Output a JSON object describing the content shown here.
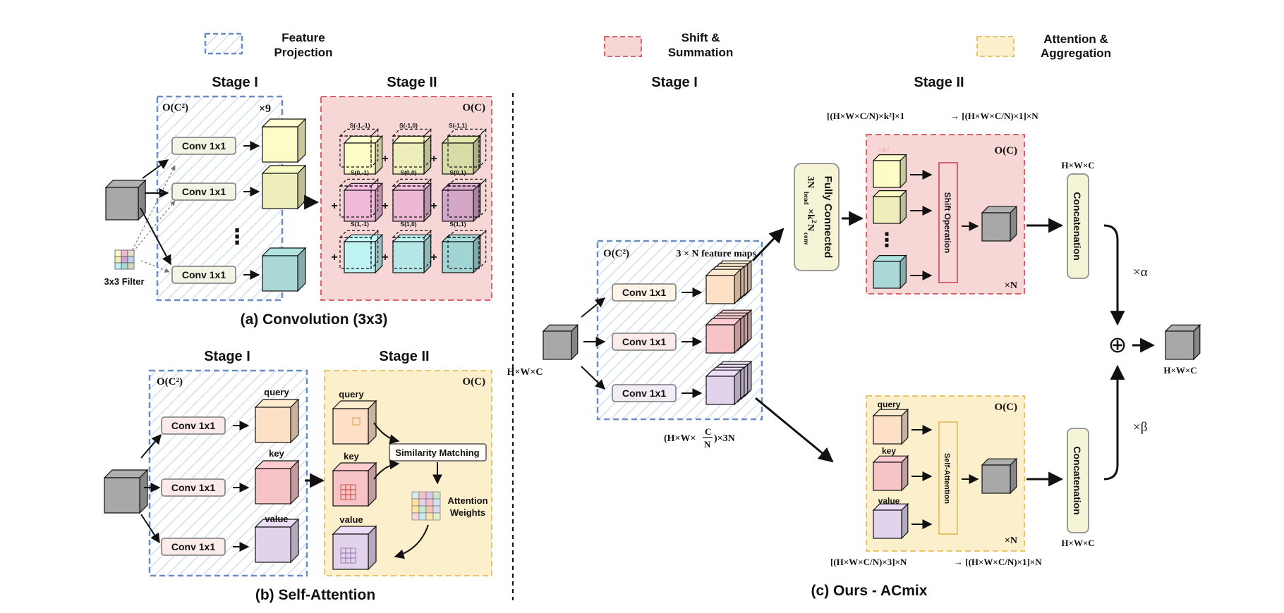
{
  "legend": {
    "feature_projection": [
      "Feature",
      "Projection"
    ],
    "shift_summation": [
      "Shift &",
      "Summation"
    ],
    "attention_aggregation": [
      "Attention &",
      "Aggregation"
    ]
  },
  "panel_a": {
    "stage1": "Stage I",
    "stage2": "Stage II",
    "complexity1": "O(C²)",
    "complexity2": "O(C)",
    "times9": "×9",
    "conv": "Conv 1x1",
    "filter_label": "3x3 Filter",
    "dots": "⋮",
    "shifts": [
      "S(-1,-1)",
      "S(-1,0)",
      "S(-1,1)",
      "S(0,-1)",
      "S(0,0)",
      "S(0,1)",
      "S(1,-1)",
      "S(1,0)",
      "S(1,1)"
    ],
    "caption": "(a) Convolution (3x3)"
  },
  "panel_b": {
    "stage1": "Stage I",
    "stage2": "Stage II",
    "complexity1": "O(C²)",
    "complexity2": "O(C)",
    "conv": "Conv 1x1",
    "query": "query",
    "key": "key",
    "value": "value",
    "similarity": "Similarity Matching",
    "attention_weights": [
      "Attention",
      "Weights"
    ],
    "caption": "(b) Self-Attention"
  },
  "panel_c": {
    "stage1": "Stage I",
    "stage2": "Stage II",
    "complexity1": "O(C²)",
    "feature_maps": "3 × N  feature maps",
    "conv": "Conv 1x1",
    "input_dim": "H×W×C",
    "proj_dim": "(H×W×C/N)×3N",
    "fc_title": "Fully Connected",
    "fc_dim": "3N_head × k²N_conv",
    "top_formula": "[(H×W×C/N)×k²]×1 → [(H×W×C/N)×1]×N",
    "shift_complexity": "O(C)",
    "k2": "×k²",
    "shift_op": "Shift Operation",
    "times_n": "×N",
    "concat": "Concatenation",
    "concat_dim": "H×W×C",
    "alpha": "×α",
    "beta": "×β",
    "oplus": "⊕",
    "output_dim": "H×W×C",
    "attn_complexity": "O(C)",
    "query": "query",
    "key": "key",
    "value": "value",
    "self_attention": "Self-Attention",
    "bottom_formula": "[(H×W×C/N)×3]×N → [(H×W×C/N)×1]×N",
    "caption": "(c) Ours - ACmix"
  },
  "colors": {
    "blue_border": "#6b8cc4",
    "pink_fill": "#f7d6d6",
    "pink_border": "#d9636d",
    "yellow_fill": "#fcefcb",
    "yellow_border": "#e9c46a",
    "gray_cube": "#a8a8a8",
    "cube_light_yellow": "#fdfbc6",
    "cube_khaki": "#eeeebc",
    "cube_teal": "#a9d8d6",
    "cube_pink": "#f1b9d8",
    "cube_cyan": "#bff2f2",
    "cube_peach": "#fde0c5",
    "cube_rose": "#f6c3c6",
    "cube_lavender": "#e2d3ec",
    "fc_fill": "#f5f4d7"
  }
}
